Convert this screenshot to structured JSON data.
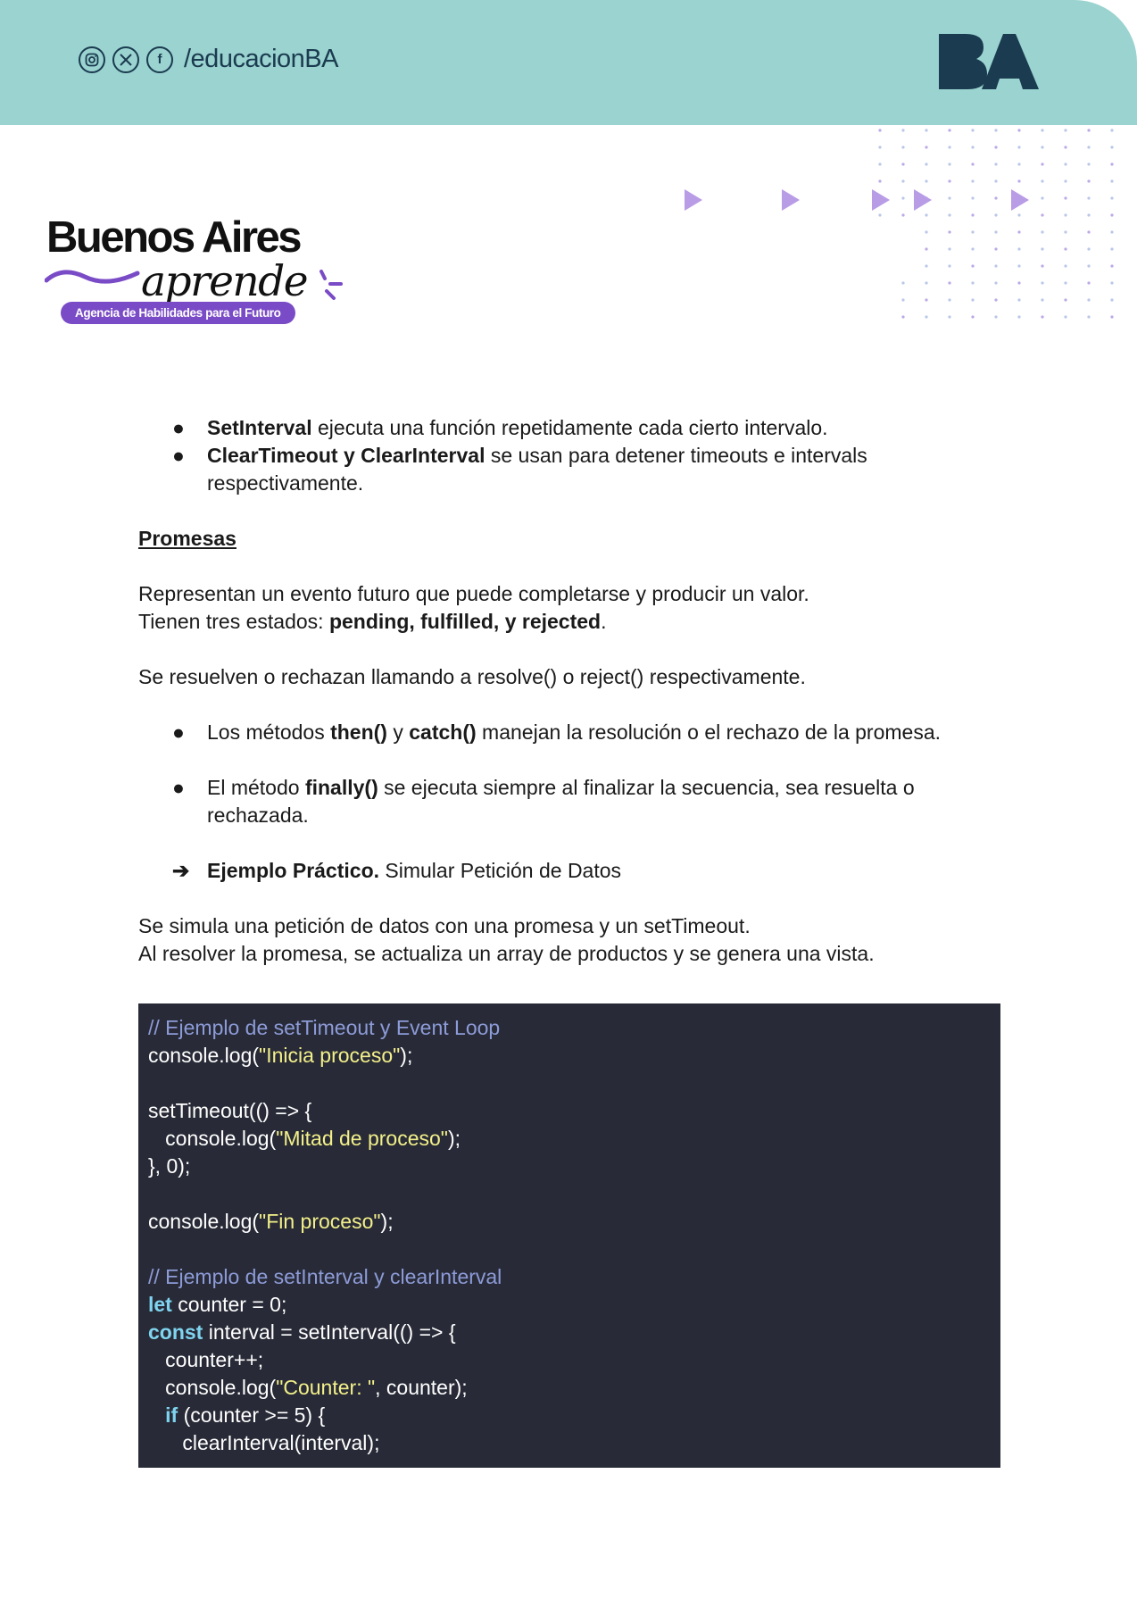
{
  "header": {
    "social_icons": [
      "instagram-icon",
      "x-icon",
      "facebook-icon"
    ],
    "handle": "/educacionBA",
    "brand_logo": "BA",
    "colors": {
      "band": "#9ad3cf",
      "ink": "#1b3b50"
    }
  },
  "logo": {
    "title": "Buenos Aires",
    "script": "aprende",
    "badge": "Agencia de Habilidades para el Futuro",
    "accent": "#7a4bc6"
  },
  "content": {
    "bullets_top": [
      {
        "bold": "SetInterval",
        "text": " ejecuta una función repetidamente cada cierto intervalo."
      },
      {
        "bold": "ClearTimeout y ClearInterval",
        "text": " se usan para detener timeouts e intervals",
        "text2": "respectivamente."
      }
    ],
    "heading": "Promesas",
    "para1_line1": "Representan un evento futuro que puede completarse y producir un valor.",
    "para1_line2_pre": "Tienen tres estados: ",
    "para1_line2_bold": "pending, fulfilled, y rejected",
    "para1_line2_post": ".",
    "para2": "Se resuelven o rechazan llamando a resolve() o reject() respectivamente.",
    "bullet_then": {
      "pre": "Los métodos ",
      "b1": "then()",
      "mid": " y ",
      "b2": "catch()",
      "post": " manejan la resolución o el rechazo de la promesa."
    },
    "bullet_finally": {
      "pre": "El método ",
      "bold": "finally()",
      "post": " se ejecuta siempre al finalizar la secuencia, sea resuelta o",
      "line2": "rechazada."
    },
    "arrow_item": {
      "bold": "Ejemplo Práctico.",
      "text": " Simular Petición de Datos"
    },
    "para3_line1": "Se simula una petición de datos con una promesa y un setTimeout.",
    "para3_line2": "Al resolver la promesa, se actualiza un array de productos y se genera una vista."
  },
  "code": {
    "lines": [
      [
        {
          "t": "// Ejemplo de setTimeout y Event Loop",
          "c": "cm"
        }
      ],
      [
        {
          "t": "console.log("
        },
        {
          "t": "\"Inicia proceso\"",
          "c": "st"
        },
        {
          "t": ");"
        }
      ],
      [],
      [
        {
          "t": "setTimeout(() => {"
        }
      ],
      [
        {
          "t": "   console.log("
        },
        {
          "t": "\"Mitad de proceso\"",
          "c": "st"
        },
        {
          "t": ");"
        }
      ],
      [
        {
          "t": "}, 0);"
        }
      ],
      [],
      [
        {
          "t": "console.log("
        },
        {
          "t": "\"Fin proceso\"",
          "c": "st"
        },
        {
          "t": ");"
        }
      ],
      [],
      [
        {
          "t": "// Ejemplo de setInterval y clearInterval",
          "c": "cm"
        }
      ],
      [
        {
          "t": "let",
          "c": "kw"
        },
        {
          "t": " counter = 0;"
        }
      ],
      [
        {
          "t": "const",
          "c": "kw"
        },
        {
          "t": " interval = setInterval(() => {"
        }
      ],
      [
        {
          "t": "   counter++;"
        }
      ],
      [
        {
          "t": "   console.log("
        },
        {
          "t": "\"Counter: \"",
          "c": "st"
        },
        {
          "t": ", counter);"
        }
      ],
      [
        {
          "t": "   "
        },
        {
          "t": "if",
          "c": "kw"
        },
        {
          "t": " (counter >= 5) {"
        }
      ],
      [
        {
          "t": "      clearInterval(interval);"
        }
      ]
    ]
  }
}
